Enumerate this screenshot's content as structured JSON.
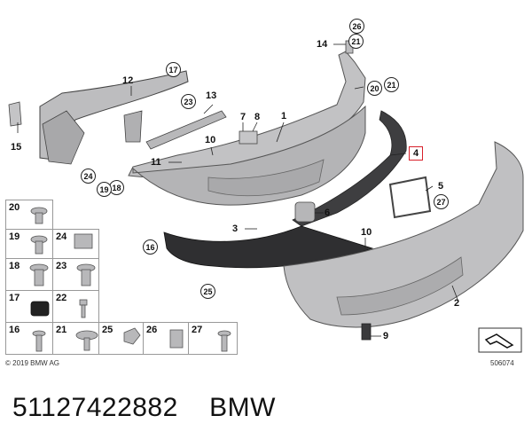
{
  "callouts": {
    "n1": "1",
    "n2": "2",
    "n3": "3",
    "n4": "4",
    "n5": "5",
    "n6": "6",
    "n7": "7",
    "n8": "8",
    "n9": "9",
    "n10a": "10",
    "n10b": "10",
    "n11": "11",
    "n12": "12",
    "n13": "13",
    "n14": "14",
    "n15": "15",
    "c16": "16",
    "c17": "17",
    "c18": "18",
    "c19": "19",
    "c20": "20",
    "c21a": "21",
    "c21b": "21",
    "c23": "23",
    "c24": "24",
    "c25": "25",
    "c26": "26",
    "c27": "27"
  },
  "parts_grid": [
    "20",
    "19",
    "24",
    "18",
    "23",
    "17",
    "22",
    "16",
    "21",
    "25",
    "26",
    "27"
  ],
  "footer": {
    "copyright": "© 2019 BMW AG",
    "ref": "506074"
  },
  "caption": {
    "part_number": "51127422882",
    "brand": "BMW"
  }
}
